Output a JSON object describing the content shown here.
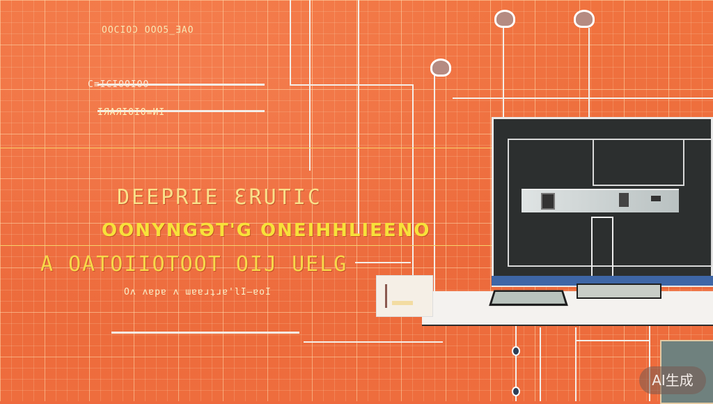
{
  "scene": {
    "description": "AI-generated blueprint-style illustration: orange grid background with pseudo-text headings, wiring lines, lamp bulbs and a dark monitor/kitchen schematic",
    "colors": {
      "background": "#ee6a3e",
      "grid": "#ffdcaa",
      "headline_yellow": "#f7e13a",
      "monitor_dark": "#2c2f2f",
      "monitor_base": "#3e66a6",
      "line_white": "#f4efe9"
    }
  },
  "labels": {
    "top_caption": "OOCIOƆ OOO5_ƎAO",
    "row1_label": "C≡ICIOOIOO",
    "row2_label": "IЯAЯIOIO≡ИI",
    "headline_1": "DEEPRIE ƐRUTIC",
    "headline_2": "OONYNGƏT'G ONEIHHLIEENO",
    "headline_3": "A OATOIIOTOOT OIJ UELG",
    "subline": "Oʌ ʌɐpɐ ʌ ɯɐɐɹʇɹɐ'lI—ɐoI"
  },
  "watermark": {
    "text": "AI生成"
  }
}
